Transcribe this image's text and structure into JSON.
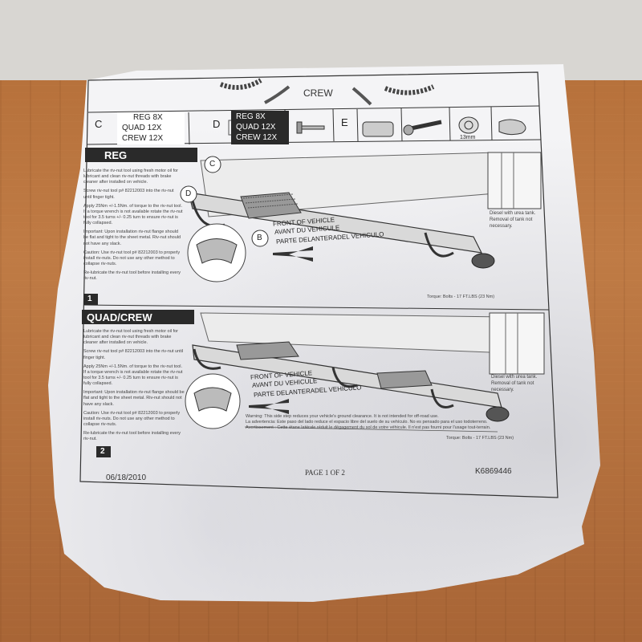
{
  "header": {
    "view_label": "CREW"
  },
  "parts_row": {
    "part_c": {
      "letter": "C",
      "reg": "REG 8X",
      "quad": "QUAD 12X",
      "crew": "CREW 12X"
    },
    "part_d": {
      "letter": "D",
      "reg": "REG 8X",
      "quad": "QUAD 12X",
      "crew": "CREW 12X"
    },
    "tools_letter": "E",
    "socket_label": "13mm"
  },
  "section1": {
    "title": "REG",
    "step_number": "1",
    "instructions": [
      "Lubricate the riv-nut tool using fresh motor oil for lubricant and clean riv-nut threads with brake cleaner after installed on vehicle.",
      "Screw riv-nut tool p# 82212003 into the riv-nut until finger tight.",
      "Apply 25Nm +/-1.5Nm. of torque to the riv-nut tool. If a torque wrench is not available rotate the riv-nut tool for 3.5 turns +/- 0.25 turn to ensure riv-nut is fully collapsed.",
      "Important: Upon installation riv-nut flange should be flat and tight to the sheet metal. Riv-nut should not have any slack.",
      "Caution: Use riv-nut tool p# 82212003 to properly install riv-nuts. Do not use any other method to collapse riv-nuts.",
      "Re-lubricate the riv-nut tool before installing every riv-nut."
    ],
    "callouts": [
      "C",
      "D",
      "B"
    ],
    "front_en": "FRONT OF VEHICLE",
    "front_fr": "AVANT DU VEHICULE",
    "front_es": "PARTE DELANTERADEL VEHICULO",
    "diesel_note": "Diesel with urea tank. Removal of tank not necessary.",
    "torque": "Torque: Bolts - 17 FT.LBS (23 Nm)"
  },
  "section2": {
    "title": "QUAD/CREW",
    "step_number": "2",
    "instructions": [
      "Lubricate the riv-nut tool using fresh motor oil for lubricant and clean riv-nut threads with brake cleaner after installed on vehicle.",
      "Screw riv-nut tool p# 82212003 into the riv-nut until finger tight.",
      "Apply 25Nm +/-1.5Nm. of torque to the riv-nut tool. If a torque wrench is not available rotate the riv-nut tool for 3.5 turns +/- 0.25 turn to ensure riv-nut is fully collapsed.",
      "Important: Upon installation riv-nut flange should be flat and tight to the sheet metal. Riv-nut should not have any slack.",
      "Caution: Use riv-nut tool p# 82212003 to properly install riv-nuts. Do not use any other method to collapse riv-nuts.",
      "Re-lubricate the riv-nut tool before installing every riv-nut."
    ],
    "front_en": "FRONT OF VEHICLE",
    "front_fr": "AVANT DU VEHICULE",
    "front_es": "PARTE DELANTERADEL VEHICULO",
    "diesel_note": "Diesel with urea tank. Removal of tank not necessary.",
    "warning_en": "Warning: This side step reduces your vehicle's ground clearance. It is not intended for off-road use.",
    "warning_es": "La advertencia: Este paso del lado reduce el espacio libre del suelo de su vehículo. No es pensado para el uso todoterreno.",
    "warning_fr": "Avertissement : Cette étane latérale réduit le dégagement du sol de votre véhicule. Il n'est pas fourni pour l'usage tout-terrain.",
    "torque": "Torque: Bolts - 17 FT.LBS (23 Nm)"
  },
  "footer": {
    "date": "06/18/2010",
    "page": "PAGE 1 OF 2",
    "part_number": "K6869446"
  }
}
